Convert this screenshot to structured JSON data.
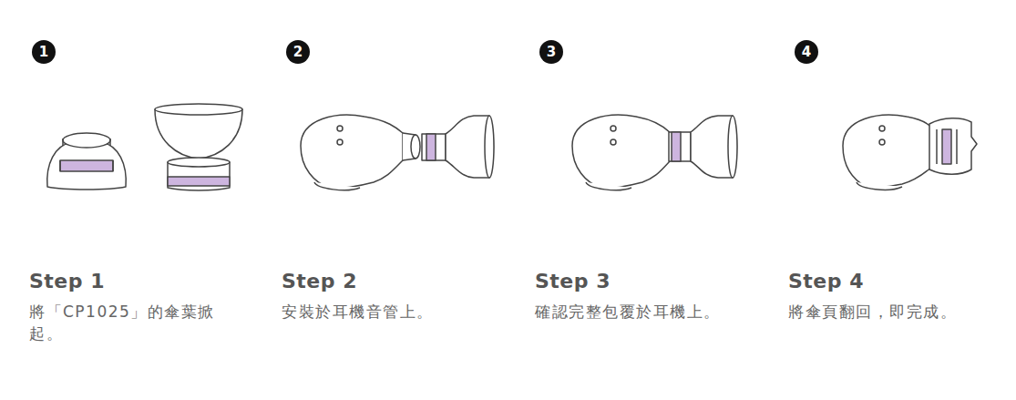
{
  "diagram": {
    "nodes": [
      {
        "text": [
          "1"
        ]
      },
      {
        "text": [
          "2"
        ]
      },
      {
        "text": [
          "3"
        ]
      },
      {
        "text": [
          "4"
        ]
      }
    ],
    "labels": [
      "Step 1",
      "將「CP1025」的傘葉掀起。",
      "Step 2",
      "安裝於耳機音管上。",
      "Step 3",
      "確認完整包覆於耳機上。",
      "Step 4",
      "將傘頁翻回，即完成。"
    ]
  }
}
